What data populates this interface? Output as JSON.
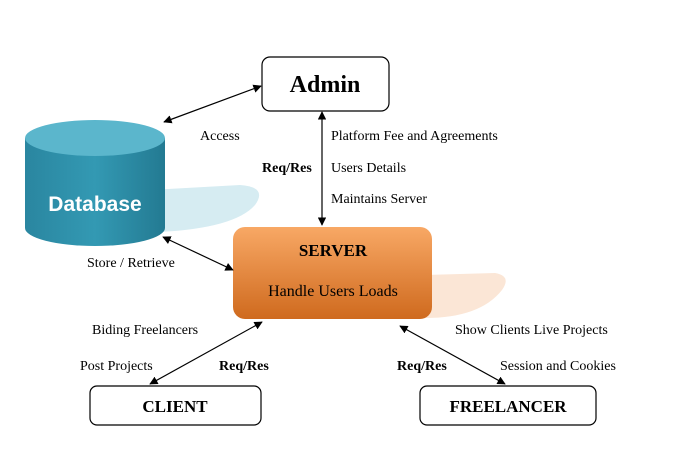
{
  "nodes": {
    "admin": "Admin",
    "database": "Database",
    "server_title": "SERVER",
    "server_subtitle": "Handle Users Loads",
    "client": "CLIENT",
    "freelancer": "FREELANCER"
  },
  "edges": {
    "db_admin": "Access",
    "admin_server_mid": "Req/Res",
    "admin_server_items": [
      "Platform Fee and Agreements",
      "Users Details",
      "Maintains Server"
    ],
    "db_server": "Store / Retrieve",
    "client_server_items": [
      "Biding Freelancers",
      "Post Projects"
    ],
    "client_server_mid": "Req/Res",
    "freelancer_server_mid": "Req/Res",
    "freelancer_server_items": [
      "Show Clients Live Projects",
      "Session and Cookies"
    ]
  },
  "colors": {
    "database": "#2e8fa6",
    "database_top": "#59b3c9",
    "database_shadow": "#d6ecf2",
    "server_light": "#f6a15a",
    "server_dark": "#d46d20",
    "server_shadow": "#fbe6d6",
    "stroke": "#000000"
  }
}
